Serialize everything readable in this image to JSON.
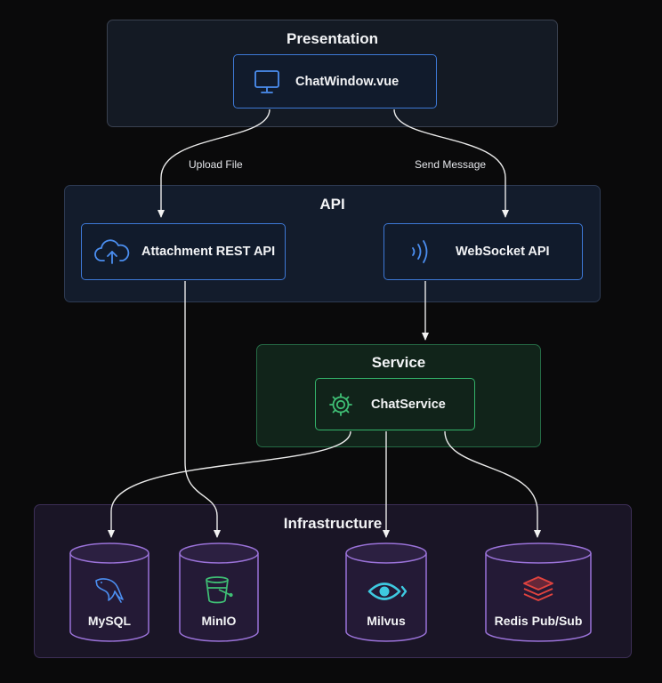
{
  "layers": {
    "presentation": {
      "title": "Presentation",
      "nodes": {
        "chat_window": {
          "label": "ChatWindow.vue",
          "icon": "monitor-icon"
        }
      }
    },
    "api": {
      "title": "API",
      "nodes": {
        "attachment": {
          "label": "Attachment REST API",
          "icon": "cloud-upload-icon"
        },
        "websocket": {
          "label": "WebSocket API",
          "icon": "sound-waves-icon"
        }
      }
    },
    "service": {
      "title": "Service",
      "nodes": {
        "chat_service": {
          "label": "ChatService",
          "icon": "gear-icon"
        }
      }
    },
    "infrastructure": {
      "title": "Infrastructure",
      "stores": {
        "mysql": {
          "label": "MySQL",
          "icon": "dolphin-icon"
        },
        "minio": {
          "label": "MinIO",
          "icon": "bucket-icon"
        },
        "milvus": {
          "label": "Milvus",
          "icon": "eye-icon"
        },
        "redis": {
          "label": "Redis Pub/Sub",
          "icon": "stacked-layers-icon"
        }
      }
    }
  },
  "edges": {
    "upload_file": "Upload File",
    "send_message": "Send Message"
  },
  "colors": {
    "background": "#0a0a0b",
    "presentation_border": "#3a4150",
    "api_border": "#2d3a52",
    "service_border": "#256b45",
    "infrastructure_border": "#3d2f57",
    "accent_blue": "#3d78d6",
    "accent_green": "#34b36a",
    "db_purple": "#9a72d8"
  }
}
